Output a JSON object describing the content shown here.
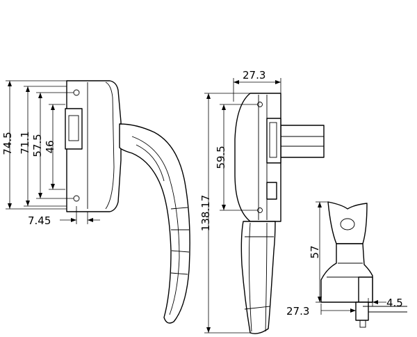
{
  "dimensions": {
    "left_height_outer": "74.5",
    "left_height_inner": "71.1",
    "left_hole_pitch": "57.5",
    "left_slot_height": "46",
    "left_offset": "7.45",
    "side_width": "27.3",
    "side_slot_height": "59.5",
    "side_total_height": "138.17",
    "detail_height": "57",
    "detail_width": "27.3",
    "detail_offset": "4.5"
  }
}
